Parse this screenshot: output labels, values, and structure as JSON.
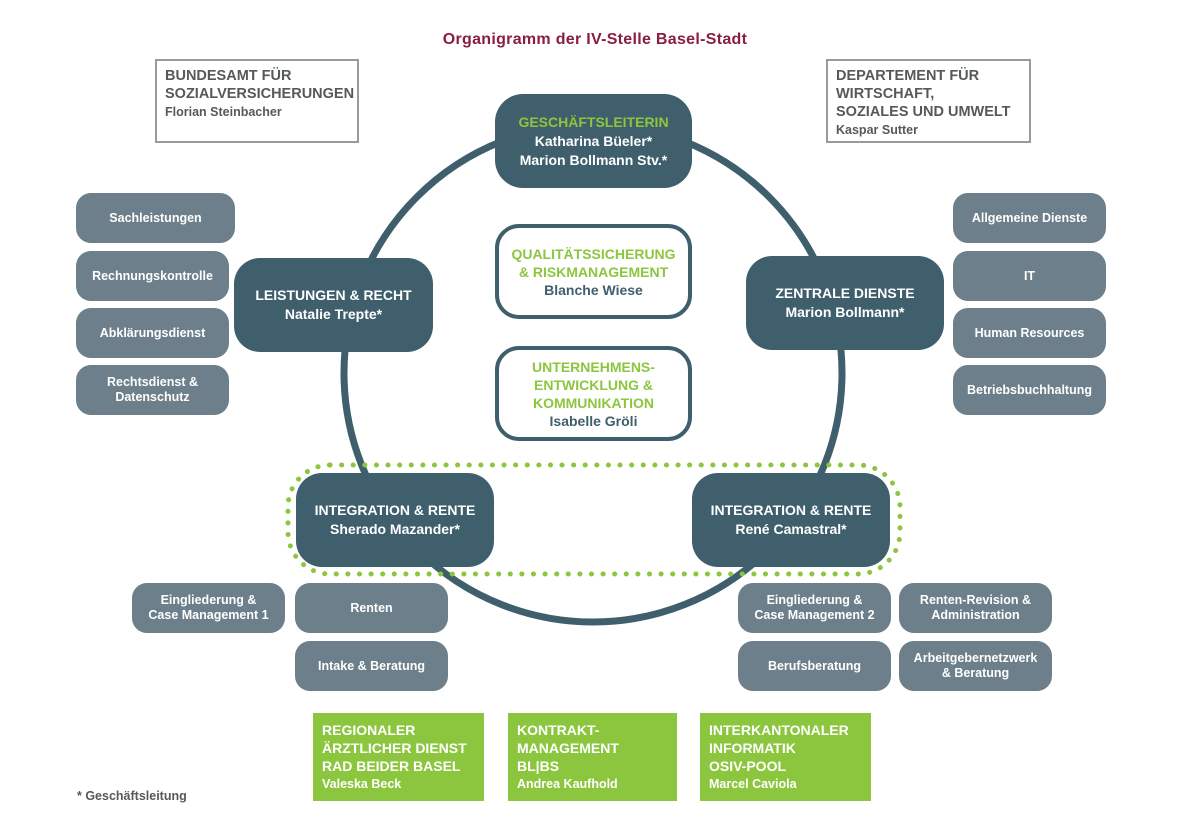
{
  "title": "Organigramm der IV-Stelle Basel-Stadt",
  "colors": {
    "main": "#3f5f6d",
    "sub": "#6c7f8a",
    "accent_green": "#8cc63f",
    "title": "#8a1c45",
    "gray_text": "#55595c"
  },
  "external": {
    "left": {
      "lines": [
        "BUNDESAMT FÜR",
        "SOZIALVERSICHERUNGEN"
      ],
      "name": "Florian Steinbacher"
    },
    "right": {
      "lines": [
        "DEPARTEMENT FÜR",
        "WIRTSCHAFT,",
        "SOZIALES UND UMWELT"
      ],
      "name": "Kaspar Sutter"
    }
  },
  "ceo": {
    "role": "GESCHÄFTSLEITERIN",
    "names": [
      "Katharina Büeler*",
      "Marion Bollmann Stv.*"
    ]
  },
  "staff_units": [
    {
      "lines": [
        "QUALITÄTSSICHERUNG",
        "& RISKMANAGEMENT"
      ],
      "name": "Blanche Wiese"
    },
    {
      "lines": [
        "UNTERNEHMENS-",
        "ENTWICKLUNG &",
        "KOMMUNIKATION"
      ],
      "name": "Isabelle Gröli"
    }
  ],
  "divisions": {
    "leistungen": {
      "title": "LEISTUNGEN & RECHT",
      "name": "Natalie Trepte*",
      "subunits": [
        [
          "Sachleistungen"
        ],
        [
          "Rechnungskontrolle"
        ],
        [
          "Abklärungsdienst"
        ],
        [
          "Rechtsdienst &",
          "Datenschutz"
        ]
      ]
    },
    "zentrale": {
      "title": "ZENTRALE DIENSTE",
      "name": "Marion Bollmann*",
      "subunits": [
        [
          "Allgemeine Dienste"
        ],
        [
          "IT"
        ],
        [
          "Human Resources"
        ],
        [
          "Betriebsbuchhaltung"
        ]
      ]
    },
    "integration_left": {
      "title": "INTEGRATION & RENTE",
      "name": "Sherado Mazander*",
      "subunits": [
        [
          "Eingliederung &",
          "Case Management 1"
        ],
        [
          "Renten"
        ],
        [
          "Intake & Beratung"
        ]
      ]
    },
    "integration_right": {
      "title": "INTEGRATION & RENTE",
      "name": "René Camastral*",
      "subunits": [
        [
          "Eingliederung &",
          "Case Management 2"
        ],
        [
          "Renten-Revision &",
          "Administration"
        ],
        [
          "Berufsberatung"
        ],
        [
          "Arbeitgebernetzwerk",
          "& Beratung"
        ]
      ]
    }
  },
  "partners": [
    {
      "lines": [
        "REGIONALER",
        "ÄRZTLICHER DIENST",
        "RAD BEIDER BASEL"
      ],
      "name": "Valeska Beck"
    },
    {
      "lines": [
        "KONTRAKT-",
        "MANAGEMENT",
        "BL|BS"
      ],
      "name": "Andrea Kaufhold"
    },
    {
      "lines": [
        "INTERKANTONALER",
        "INFORMATIK",
        "OSIV-POOL"
      ],
      "name": "Marcel Caviola"
    }
  ],
  "footnote": "* Geschäftsleitung"
}
